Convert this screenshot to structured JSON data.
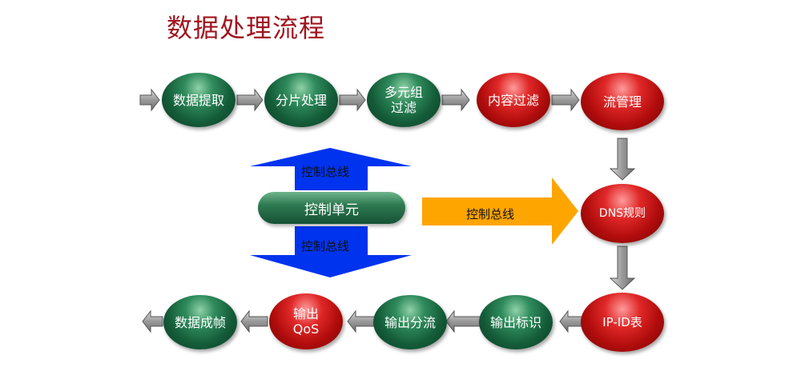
{
  "title": "数据处理流程",
  "top_row": [
    {
      "label": "数据提取",
      "color": "green"
    },
    {
      "label": "分片处理",
      "color": "green"
    },
    {
      "label": "多元组\n过滤",
      "color": "green"
    },
    {
      "label": "内容过滤",
      "color": "red"
    },
    {
      "label": "流管理",
      "color": "red"
    }
  ],
  "right_column": [
    {
      "label": "DNS规则",
      "color": "red"
    },
    {
      "label": "IP-ID表",
      "color": "red"
    }
  ],
  "bottom_row": [
    {
      "label": "输出标识",
      "color": "green"
    },
    {
      "label": "输出分流",
      "color": "green"
    },
    {
      "label": "输出\nQoS",
      "color": "red"
    },
    {
      "label": "数据成帧",
      "color": "green"
    }
  ],
  "control_unit": "控制单元",
  "bus_up_label": "控制总线",
  "bus_down_label": "控制总线",
  "bus_right_label": "控制总线",
  "colors": {
    "title": "#a0141e",
    "bus_blue": "#0033ee",
    "bus_orange": "#ffa500",
    "gray_arrow": "#8c8c8c"
  }
}
